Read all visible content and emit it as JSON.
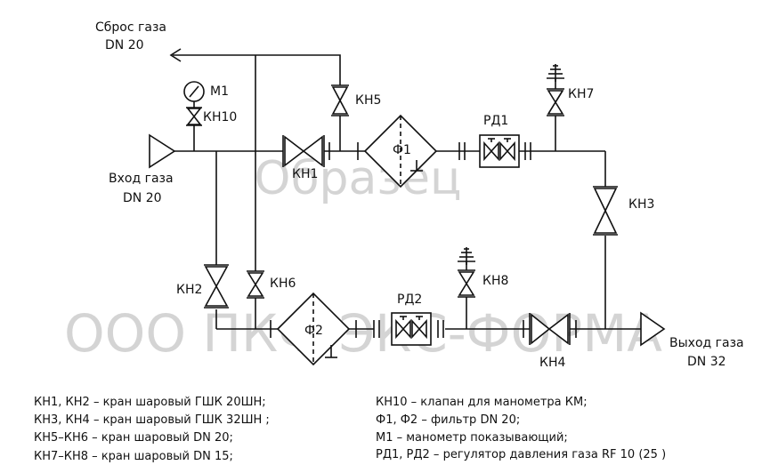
{
  "labels": {
    "gas_vent": [
      "Сброс газа",
      "DN 20"
    ],
    "gas_inlet": [
      "Вход газа",
      "DN 20"
    ],
    "gas_outlet": [
      "Выход газа",
      "DN 32"
    ],
    "kn1": "КН1",
    "kn2": "КН2",
    "kn3": "КН3",
    "kn4": "КН4",
    "kn5": "КН5",
    "kn6": "КН6",
    "kn7": "КН7",
    "kn8": "КН8",
    "kn10": "КН10",
    "m1": "М1",
    "f1": "Ф1",
    "f2": "Ф2",
    "rd1": "РД1",
    "rd2": "РД2"
  },
  "watermark": {
    "line1": "Образец",
    "line2": "ООО ПКФ ЭКС-ФОРМА"
  },
  "legend": {
    "left": [
      "КН1, КН2 – кран шаровый  ГШК 20ШН;",
      "КН3, КН4 – кран шаровый  ГШК 32ШН ;",
      "КН5–КН6 – кран шаровый DN 20;",
      "КН7–КН8 – кран шаровый DN 15;"
    ],
    "right": [
      "КН10 – клапан для манометра КМ;",
      "Ф1, Ф2 – фильтр DN 20;",
      "М1 – манометр показывающий;",
      "РД1, РД2 – регулятор давления газа RF   10 (25 )"
    ]
  }
}
